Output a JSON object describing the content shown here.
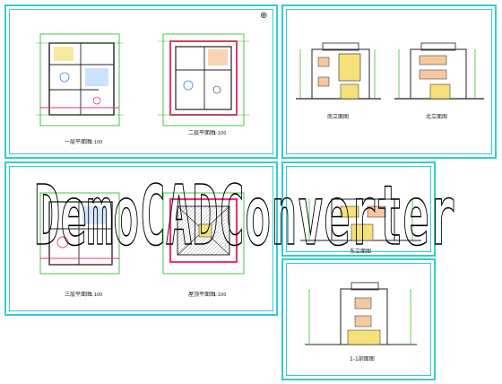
{
  "watermark": "DemoCADConverter",
  "sheets": {
    "top_left": {
      "plans": [
        {
          "title": "一层平面图",
          "scale": "1:100"
        },
        {
          "title": "二层平面图",
          "scale": "1:100"
        }
      ],
      "corner_mark": "⊕"
    },
    "top_right": {
      "elevations": [
        {
          "title": "南立面图"
        },
        {
          "title": "北立面图"
        }
      ]
    },
    "mid_left": {
      "plans": [
        {
          "title": "三层平面图",
          "scale": "1:100"
        },
        {
          "title": "屋顶平面图",
          "scale": "1:100"
        }
      ]
    },
    "mid_right": {
      "elevations": [
        {
          "title": "东立面图"
        }
      ]
    },
    "bottom_right": {
      "elevations": [
        {
          "title": "1-1剖面图"
        }
      ]
    }
  },
  "colors": {
    "frame": "#33cccc",
    "grid": "#00aa00",
    "wall": "#222222",
    "accent_pink": "#ee3377",
    "accent_yellow": "#f5e07a",
    "accent_blue": "#3388ff"
  }
}
